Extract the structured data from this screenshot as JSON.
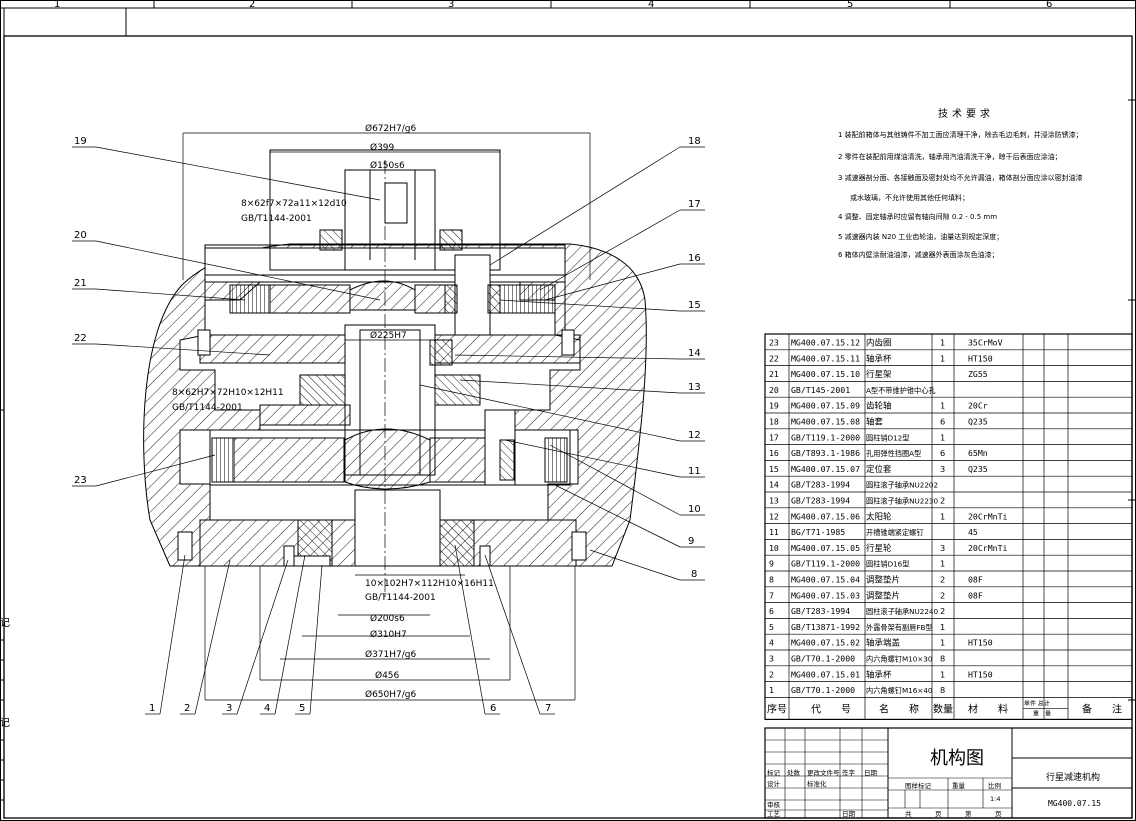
{
  "zones": [
    "1",
    "2",
    "3",
    "4",
    "5",
    "6"
  ],
  "side_labels": [
    "记",
    "记"
  ],
  "title_text": "技术要求",
  "requirements": [
    "1 装配前箱体与其他铸件不加工面应清理干净，除去毛边毛刺，并浸涂防锈漆；",
    "2 零件在装配前用煤油清洗，轴承用汽油清洗干净，晾干后表面应涂油；",
    "3 减速器剖分面、各接触面及密封处均不允许漏油，箱体剖分面应涂以密封油漆",
    "或水玻璃，不允许使用其他任何填料；",
    "4 调整、固定轴承时应留有轴向间隙 0.2 - 0.5 mm",
    "5 减速器内装 N20 工业齿轮油，油量达到规定深度；",
    "6 箱体内壁涂耐油油漆，减速器外表面涂灰色油漆；"
  ],
  "dims": {
    "d672": "Ø672H7/g6",
    "d399": "Ø399",
    "d150": "Ø150s6",
    "spline_top": "8×62f7×72a11×12d10",
    "spline_top_std": "GB/T1144-2001",
    "d225": "Ø225H7",
    "spline_mid": "8×62H7×72H10×12H11",
    "spline_mid_std": "GB/T1144-2001",
    "spline_bot": "10×102H7×112H10×16H11",
    "spline_bot_std": "GB/T1144-2001",
    "d200": "Ø200s6",
    "d310": "Ø310H7",
    "d371": "Ø371H7/g6",
    "d456": "Ø456",
    "d650": "Ø650H7/g6"
  },
  "callouts_left": [
    "19",
    "20",
    "21",
    "22",
    "23"
  ],
  "callouts_right": [
    "18",
    "17",
    "16",
    "15",
    "14",
    "13",
    "12",
    "11",
    "10",
    "9",
    "8"
  ],
  "callouts_bottom": [
    "1",
    "2",
    "3",
    "4",
    "5",
    "6",
    "7"
  ],
  "parts": [
    {
      "no": "23",
      "code": "MG400.07.15.12",
      "name": "内齿圈",
      "qty": "1",
      "mat": "35CrMoV"
    },
    {
      "no": "22",
      "code": "MG400.07.15.11",
      "name": "轴承杯",
      "qty": "1",
      "mat": "HT150"
    },
    {
      "no": "21",
      "code": "MG400.07.15.10",
      "name": "行星架",
      "qty": "",
      "mat": "ZG55"
    },
    {
      "no": "20",
      "code": "GB/T145-2001",
      "name": "A型不带维护锥中心孔",
      "qty": "",
      "mat": ""
    },
    {
      "no": "19",
      "code": "MG400.07.15.09",
      "name": "齿轮轴",
      "qty": "1",
      "mat": "20Cr"
    },
    {
      "no": "18",
      "code": "MG400.07.15.08",
      "name": "轴套",
      "qty": "6",
      "mat": "Q235"
    },
    {
      "no": "17",
      "code": "GB/T119.1-2000",
      "name": "圆柱销D12型",
      "qty": "1",
      "mat": ""
    },
    {
      "no": "16",
      "code": "GB/T893.1-1986",
      "name": "孔用弹性挡圈A型",
      "qty": "6",
      "mat": "65Mn"
    },
    {
      "no": "15",
      "code": "MG400.07.15.07",
      "name": "定位套",
      "qty": "3",
      "mat": "Q235"
    },
    {
      "no": "14",
      "code": "GB/T283-1994",
      "name": "圆柱滚子轴承NU2202",
      "qty": "",
      "mat": ""
    },
    {
      "no": "13",
      "code": "GB/T283-1994",
      "name": "圆柱滚子轴承NU2230",
      "qty": "2",
      "mat": ""
    },
    {
      "no": "12",
      "code": "MG400.07.15.06",
      "name": "太阳轮",
      "qty": "1",
      "mat": "20CrMnTi"
    },
    {
      "no": "11",
      "code": "BG/T71-1985",
      "name": "开槽锥端紧定螺钉",
      "qty": "",
      "mat": "45"
    },
    {
      "no": "10",
      "code": "MG400.07.15.05",
      "name": "行星轮",
      "qty": "3",
      "mat": "20CrMnTi"
    },
    {
      "no": "9",
      "code": "GB/T119.1-2000",
      "name": "圆柱销D16型",
      "qty": "1",
      "mat": ""
    },
    {
      "no": "8",
      "code": "MG400.07.15.04",
      "name": "调整垫片",
      "qty": "2",
      "mat": "08F"
    },
    {
      "no": "7",
      "code": "MG400.07.15.03",
      "name": "调整垫片",
      "qty": "2",
      "mat": "08F"
    },
    {
      "no": "6",
      "code": "GB/T283-1994",
      "name": "圆柱滚子轴承NU2240",
      "qty": "2",
      "mat": ""
    },
    {
      "no": "5",
      "code": "GB/T13871-1992",
      "name": "外露骨架有副唇FB型",
      "qty": "1",
      "mat": ""
    },
    {
      "no": "4",
      "code": "MG400.07.15.02",
      "name": "轴承端盖",
      "qty": "1",
      "mat": "HT150"
    },
    {
      "no": "3",
      "code": "GB/T70.1-2000",
      "name": "内六角螺钉M10×30",
      "qty": "8",
      "mat": ""
    },
    {
      "no": "2",
      "code": "MG400.07.15.01",
      "name": "轴承杯",
      "qty": "1",
      "mat": "HT150"
    },
    {
      "no": "1",
      "code": "GB/T70.1-2000",
      "name": "内六角螺钉M16×40",
      "qty": "8",
      "mat": ""
    }
  ],
  "header": {
    "no": "序号",
    "code": "代　　号",
    "name": "名　　称",
    "qty": "数量",
    "mat": "材　　料",
    "wt1": "单件 总计",
    "wt2": "重　量",
    "note": "备　　注"
  },
  "title_block": {
    "drawing_name": "机构图",
    "product": "行星减速机构",
    "drawing_no": "MG400.07.15",
    "scale": "1:4",
    "mark": "标记",
    "count": "处数",
    "change": "更改文件号",
    "sign": "签字",
    "date": "日期",
    "design": "设计",
    "std": "标准化",
    "stage": "图样标记",
    "weight": "重量",
    "ratio": "比例",
    "check": "审核",
    "craft": "工艺",
    "date2": "日期",
    "total": "共",
    "sheets": "页",
    "nth": "第",
    "page": "页"
  }
}
